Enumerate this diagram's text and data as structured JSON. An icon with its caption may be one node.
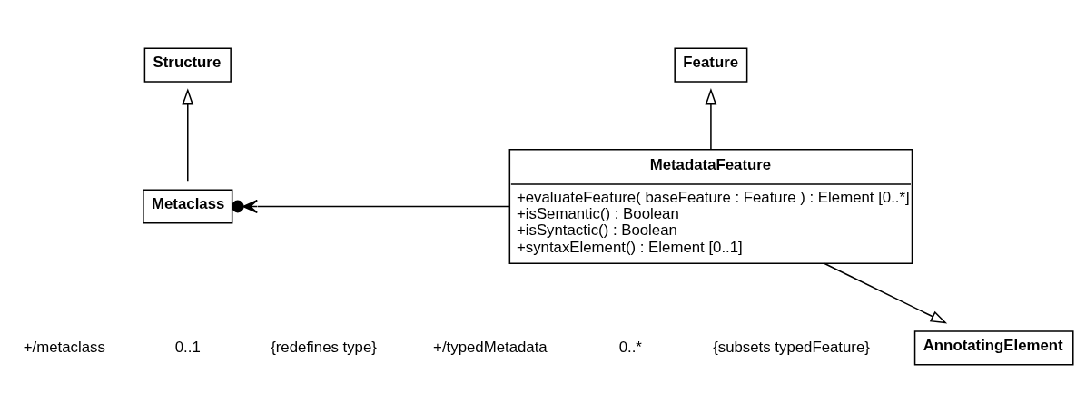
{
  "diagram": {
    "nodes": [
      {
        "text": [
          "Structure"
        ]
      },
      {
        "text": [
          "Metaclass"
        ]
      },
      {
        "text": [
          "Feature"
        ]
      },
      {
        "text": [
          "MetadataFeature",
          "+evaluateFeature( baseFeature : Feature ) : Element [0..*]",
          "+isSemantic() : Boolean",
          "+isSyntactic() : Boolean",
          "+syntaxElement() : Element [0..1]"
        ]
      },
      {
        "text": [
          "AnnotatingElement"
        ]
      }
    ],
    "edges": [
      {
        "from": 1,
        "to": 0,
        "arrow": "to"
      },
      {
        "from": 3,
        "to": 2,
        "arrow": "to"
      },
      {
        "from": 3,
        "to": 4,
        "arrow": "to"
      },
      {
        "from": 3,
        "to": 1,
        "arrow": "to"
      }
    ],
    "labels": [
      "+/metaclass",
      "0..1",
      "{redefines type}",
      "+/typedMetadata",
      "0..*",
      "{subsets typedFeature}"
    ]
  }
}
